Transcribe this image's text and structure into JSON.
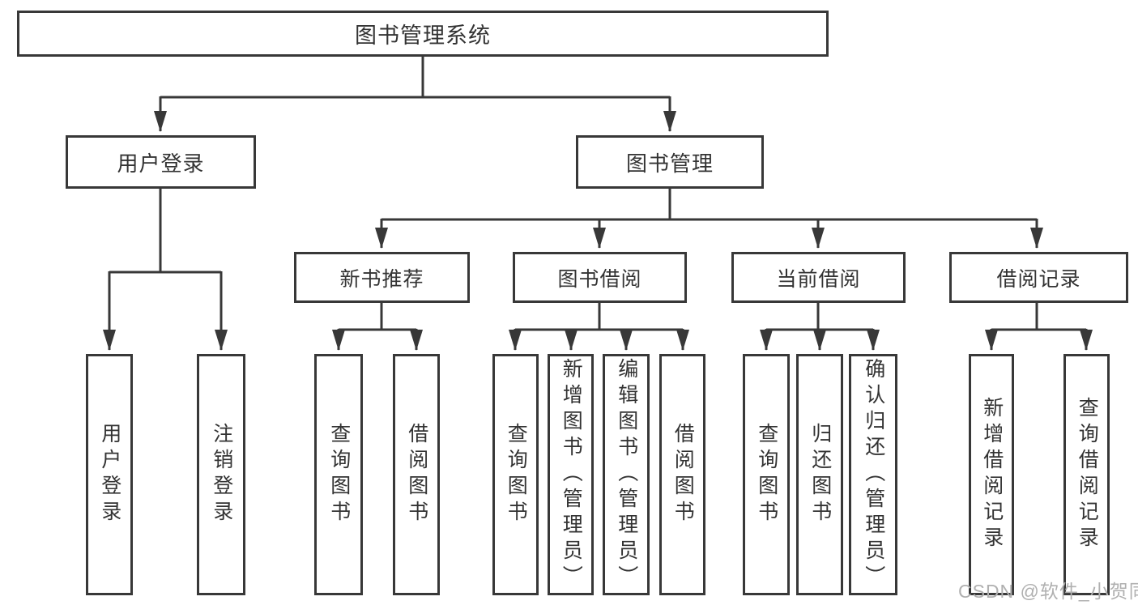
{
  "diagram": {
    "root": {
      "label": "图书管理系统"
    },
    "branches": [
      {
        "label": "用户登录",
        "children": [
          {
            "label": "用户登录"
          },
          {
            "label": "注销登录"
          }
        ]
      },
      {
        "label": "图书管理",
        "sections": [
          {
            "label": "新书推荐",
            "children": [
              {
                "label": "查询图书"
              },
              {
                "label": "借阅图书"
              }
            ]
          },
          {
            "label": "图书借阅",
            "children": [
              {
                "label": "查询图书"
              },
              {
                "label": "新增图书（管理员）"
              },
              {
                "label": "编辑图书（管理员）"
              },
              {
                "label": "借阅图书"
              }
            ]
          },
          {
            "label": "当前借阅",
            "children": [
              {
                "label": "查询图书"
              },
              {
                "label": "归还图书"
              },
              {
                "label": "确认归还（管理员）"
              }
            ]
          },
          {
            "label": "借阅记录",
            "children": [
              {
                "label": "新增借阅记录"
              },
              {
                "label": "查询借阅记录"
              }
            ]
          }
        ]
      }
    ],
    "colors": {
      "line": "#383838",
      "text": "#333333",
      "watermark": "#b0b0b0"
    },
    "watermark": "CSDN @软件_小贺同学"
  }
}
